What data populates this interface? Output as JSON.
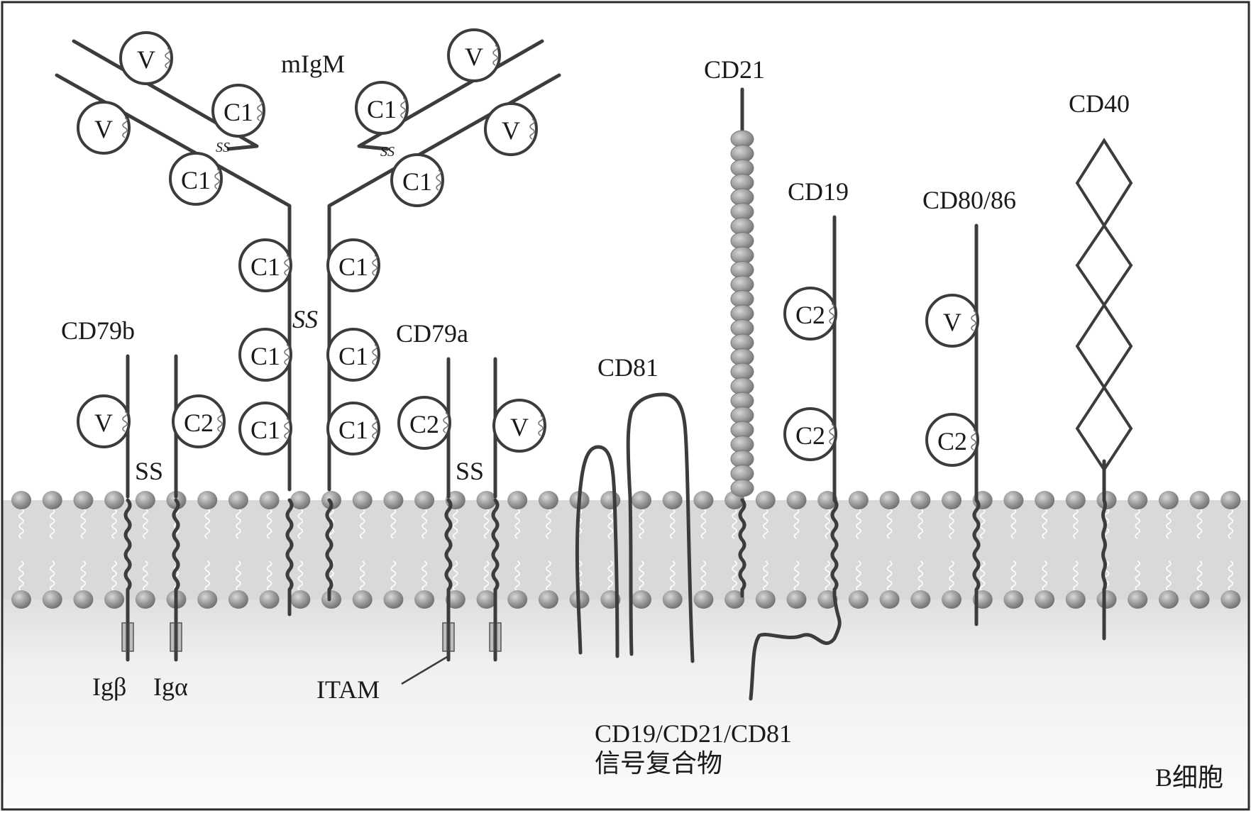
{
  "labels": {
    "migm": "mIgM",
    "cd21": "CD21",
    "cd40": "CD40",
    "cd19": "CD19",
    "cd80_86": "CD80/86",
    "cd79b": "CD79b",
    "cd79a": "CD79a",
    "cd81": "CD81",
    "ss_left": "SS",
    "ss_mid": "SS",
    "ss_right": "SS",
    "ss_arm_left": "SS",
    "ss_arm_right": "SS",
    "ig_beta": "Igβ",
    "ig_alpha": "Igα",
    "itam": "ITAM",
    "complex_line1": "CD19/CD21/CD81",
    "complex_line2": "信号复合物",
    "cell": "B细胞"
  },
  "domains": {
    "v": "V",
    "c1": "C1",
    "c2": "C2"
  },
  "colors": {
    "background": "#ffffff",
    "frame": "#2b2b2b",
    "membrane_band": "#d9d9d9",
    "lipid_head": "#9a9a9a",
    "chain": "#3c3c3c"
  }
}
